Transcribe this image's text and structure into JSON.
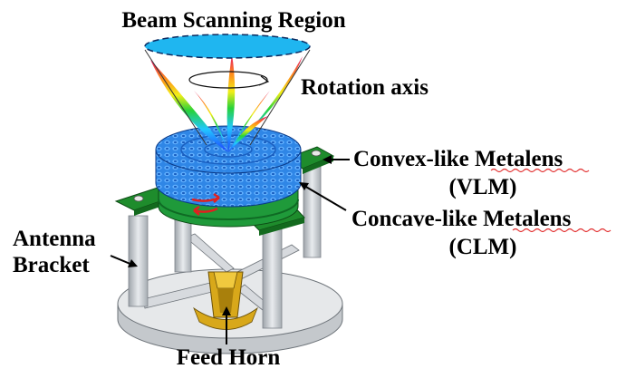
{
  "labels": {
    "beam_scanning_region": "Beam Scanning Region",
    "rotation_axis": "Rotation axis",
    "vlm_line1": "Convex-like Metalens",
    "vlm_line2": "(VLM)",
    "clm_line1": "Concave-like Metalens",
    "clm_line2": "(CLM)",
    "antenna_line1": "Antenna",
    "antenna_line2": "Bracket",
    "feed_horn": "Feed Horn"
  },
  "colors": {
    "scan_region": "#1fb6f0",
    "vlm": "#2a7fe0",
    "clm": "#1f9a3a",
    "bracket": "#1e8c2c",
    "posts": "#c8ccd0",
    "base": "#e6e8ea",
    "feed_horn": "#d8a81a",
    "rotation_arrow": "#e02020"
  }
}
